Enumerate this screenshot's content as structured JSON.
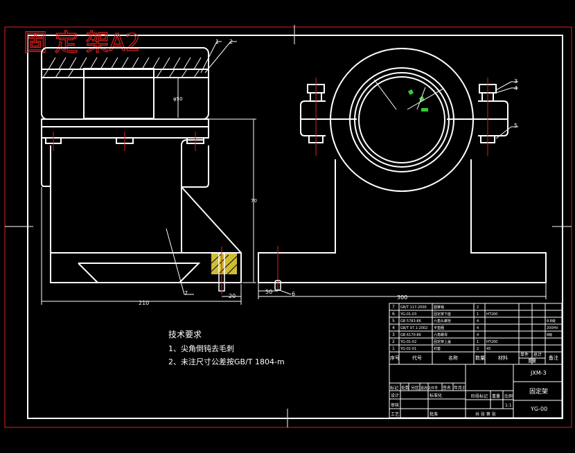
{
  "sheet": {
    "title": "固 定 架A2",
    "colors": {
      "background": "#000000",
      "lines": "#ffffff",
      "red": "#e52020",
      "green": "#33cc33",
      "yellow": "#e6d23a"
    }
  },
  "front_view": {
    "balloons": [
      "1",
      "2",
      "7"
    ],
    "dimensions": {
      "overall_width": "210",
      "bottom_small": "20",
      "height": "70",
      "bore": "φ50"
    }
  },
  "side_view": {
    "balloons": [
      "3",
      "4",
      "5",
      "6"
    ],
    "dimensions": {
      "overall_width": "300",
      "bottom_small": "50"
    }
  },
  "notes": {
    "heading": "技术要求",
    "items": [
      "1、尖角倒钝去毛刺",
      "2、未注尺寸公差按GB/T 1804-m"
    ]
  },
  "bom": {
    "rows": [
      [
        "7",
        "GB/T 117-2000",
        "圆锥销",
        "2",
        "",
        "",
        ""
      ],
      [
        "6",
        "YG-01-03",
        "固定架下座",
        "1",
        "HT200",
        "",
        ""
      ],
      [
        "5",
        "GB 5783-86",
        "六角头螺栓",
        "4",
        "",
        "",
        "8.8级"
      ],
      [
        "4",
        "GB/T 97.1-2002",
        "平垫圈",
        "4",
        "",
        "",
        "200HV"
      ],
      [
        "3",
        "GB 6170-86",
        "六角螺母",
        "4",
        "",
        "",
        "8级"
      ],
      [
        "2",
        "YG-01-02",
        "固定架上盖",
        "1",
        "HT200",
        "",
        ""
      ],
      [
        "1",
        "YG-01-01",
        "衬套",
        "2",
        "45",
        "",
        ""
      ]
    ],
    "header": [
      "序号",
      "代号",
      "名称",
      "数量",
      "材料",
      "单件",
      "总计",
      "备注"
    ],
    "header_extra": "重量"
  },
  "title_block": {
    "drawing_no": "JXM-3",
    "part_name": "固定架",
    "code": "YG-00",
    "scale": "1:1",
    "labels": {
      "mark": "标记",
      "count": "处数",
      "zone": "分区",
      "change_no": "更改文件号",
      "signature": "签名",
      "date": "年月日",
      "design": "设计",
      "standardize": "标准化",
      "review": "审核",
      "process": "工艺",
      "approve": "批准",
      "stage": "阶段标记",
      "weight": "重量",
      "ratio": "比例",
      "sheets": "共 张 第 张"
    }
  }
}
